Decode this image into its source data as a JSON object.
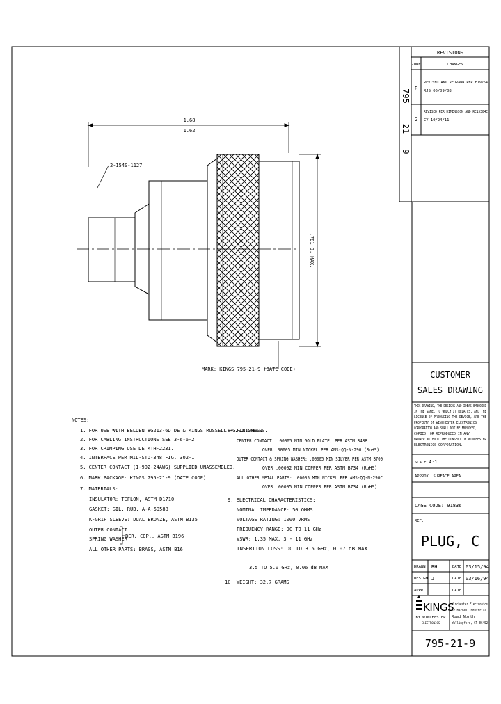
{
  "colors": {
    "ink": "#000000",
    "paper": "#ffffff"
  },
  "part_number": "795-21-9",
  "part_number_vertical": [
    "795",
    "21",
    "9"
  ],
  "revisions": {
    "heading": "REVISIONS",
    "col_zone": "ZONE",
    "col_changes": "CHANGES",
    "rows": [
      {
        "rev": "F",
        "line1": "REVISED AND REDRAWN PER E19254",
        "line2": "RJS 06/09/08"
      },
      {
        "rev": "G",
        "line1": "REVISED PER DIMENSION AND RE15304C",
        "line2": "CY 10/24/11"
      }
    ]
  },
  "drawing": {
    "dim_length_top": "1.68",
    "dim_length_bottom": "1.62",
    "thread_callout": "2-1540-1127",
    "dia_callout": ".781 D. MAX.",
    "mark_callout": "MARK: KINGS 795-21-9 (DATE CODE)"
  },
  "notes": {
    "heading": "NOTES:",
    "items": [
      "1. FOR USE WITH BELDEN 8G213-6D DE & KINGS RUSSELL RG202 CABLES.",
      "2. FOR CABLING INSTRUCTIONS SEE 3-6-6-2.",
      "3. FOR CRIMPING USE DE KTH-2231.",
      "4. INTERFACE PER MIL-STD-348 FIG. 302-1.",
      "5. CENTER CONTACT (1-902-24AWG) SUPPLIED UNASSEMBLED.",
      "6. MARK PACKAGE: KINGS 795-21-9 (DATE CODE)",
      "7. MATERIALS:"
    ],
    "materials": [
      "INSULATOR: TEFLON, ASTM D1710",
      "GASKET: SIL. RUB. A-A-59588",
      "K-GRIP SLEEVE: DUAL BRONZE, ASTM B135",
      "OUTER CONTACT",
      "SPRING WASHER",
      "ALL OTHER PARTS: BRASS, ASTM B16"
    ],
    "materials_brace": "BER. COP., ASTM B196"
  },
  "finishes": {
    "heading": "8. FINISHES:",
    "items": [
      "CENTER CONTACT: .00005 MIN GOLD PLATE, PER ASTM B488",
      "OVER .00005 MIN NICKEL PER AMS-QQ-N-290 (RoHS)",
      "OUTER CONTACT & SPRING WASHER: .00005 MIN SILVER PER ASTM B700",
      "OVER .00002 MIN COPPER PER ASTM B734 (RoHS)",
      "ALL OTHER METAL PARTS: .00005 MIN NICKEL PER AMS-QQ-N-290C",
      "OVER .00005 MIN COPPER PER ASTM B734 (RoHS)"
    ]
  },
  "electrical": {
    "heading": "9. ELECTRICAL CHARACTERISTICS:",
    "items": [
      "NOMINAL IMPEDANCE: 50 OHMS",
      "VOLTAGE RATING: 1000 VRMS",
      "FREQUENCY RANGE: DC TO 11 GHz",
      "VSWR: 1.35 MAX. 3 - 11 GHz",
      "INSERTION LOSS: DC TO 3.5 GHz, 0.07 dB MAX",
      "3.5 TO 5.0 GHz, 0.06 dB MAX"
    ]
  },
  "weight": "10. WEIGHT: 32.7 GRAMS",
  "title_block": {
    "customer_line1": "CUSTOMER",
    "customer_line2": "SALES DRAWING",
    "proprietary": [
      "THIS DRAWING, THE DESIGNS AND IDEAS EMBODIED",
      "IN THE SAME, TO WHICH IT RELATES, AND THE",
      "LICENSE OF PRODUCING THE DEVICE, ARE THE",
      "PROPERTY OF WINCHESTER ELECTRONICS",
      "CORPORATION AND SHALL NOT BE EMPLOYED,",
      "COPIED, OR REPRODUCED IN ANY",
      "MANNER WITHOUT THE CONSENT OF WINCHESTER",
      "ELECTRONICS CORPORATION."
    ],
    "scale_label": "SCALE",
    "scale_value": "4:1",
    "surface_label": "APPROX. SURFACE AREA",
    "cage_code": "CAGE CODE: 91836",
    "ref_label": "REF:",
    "title": "PLUG, C",
    "drawn_label": "DRAWN",
    "drawn_by": "RH",
    "date_label": "DATE",
    "drawn_date": "03/15/94",
    "design_label": "DESIGN",
    "design_by": "JT",
    "design_date": "03/16/94",
    "approved_label": "APPR",
    "company_logo": "KINGS",
    "company_logo_sub": "BY WINCHESTER",
    "company_logo_sub2": "ELECTRONICS",
    "address": [
      "Winchester Electronics",
      "62 Barnes Industrial",
      "Road North",
      "Wallingford, CT 06492"
    ]
  }
}
